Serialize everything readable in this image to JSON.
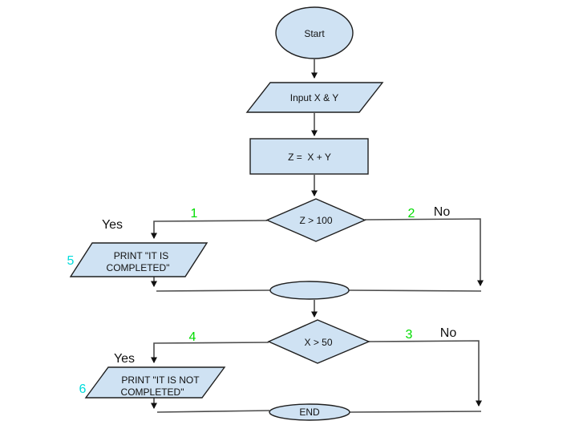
{
  "diagram": {
    "type": "flowchart",
    "colors": {
      "shape_fill": "#cfe2f3",
      "shape_stroke": "#1f1f1f",
      "connector": "#4d4d4d",
      "step_green": "#00dc00",
      "step_cyan": "#00dcdc",
      "text": "#111111"
    },
    "nodes": {
      "start": {
        "label": "Start",
        "type": "terminator"
      },
      "input": {
        "label": "Input X & Y",
        "type": "input-output"
      },
      "process": {
        "label": "Z =  X + Y",
        "type": "process"
      },
      "decision_z": {
        "label": "Z > 100",
        "type": "decision"
      },
      "print_completed": {
        "line1": "PRINT \"IT IS",
        "line2": "COMPLETED\"",
        "type": "input-output"
      },
      "junction": {
        "label": "",
        "type": "connector"
      },
      "decision_x": {
        "label": "X > 50",
        "type": "decision"
      },
      "print_not_completed": {
        "line1": "PRINT \"IT IS NOT",
        "line2": "COMPLETED\"",
        "type": "input-output"
      },
      "end": {
        "label": "END",
        "type": "terminator"
      }
    },
    "edge_labels": {
      "yes1": "Yes",
      "no1": "No",
      "yes2": "Yes",
      "no2": "No"
    },
    "steps": {
      "s1": "1",
      "s2": "2",
      "s3": "3",
      "s4": "4",
      "s5": "5",
      "s6": "6"
    }
  }
}
